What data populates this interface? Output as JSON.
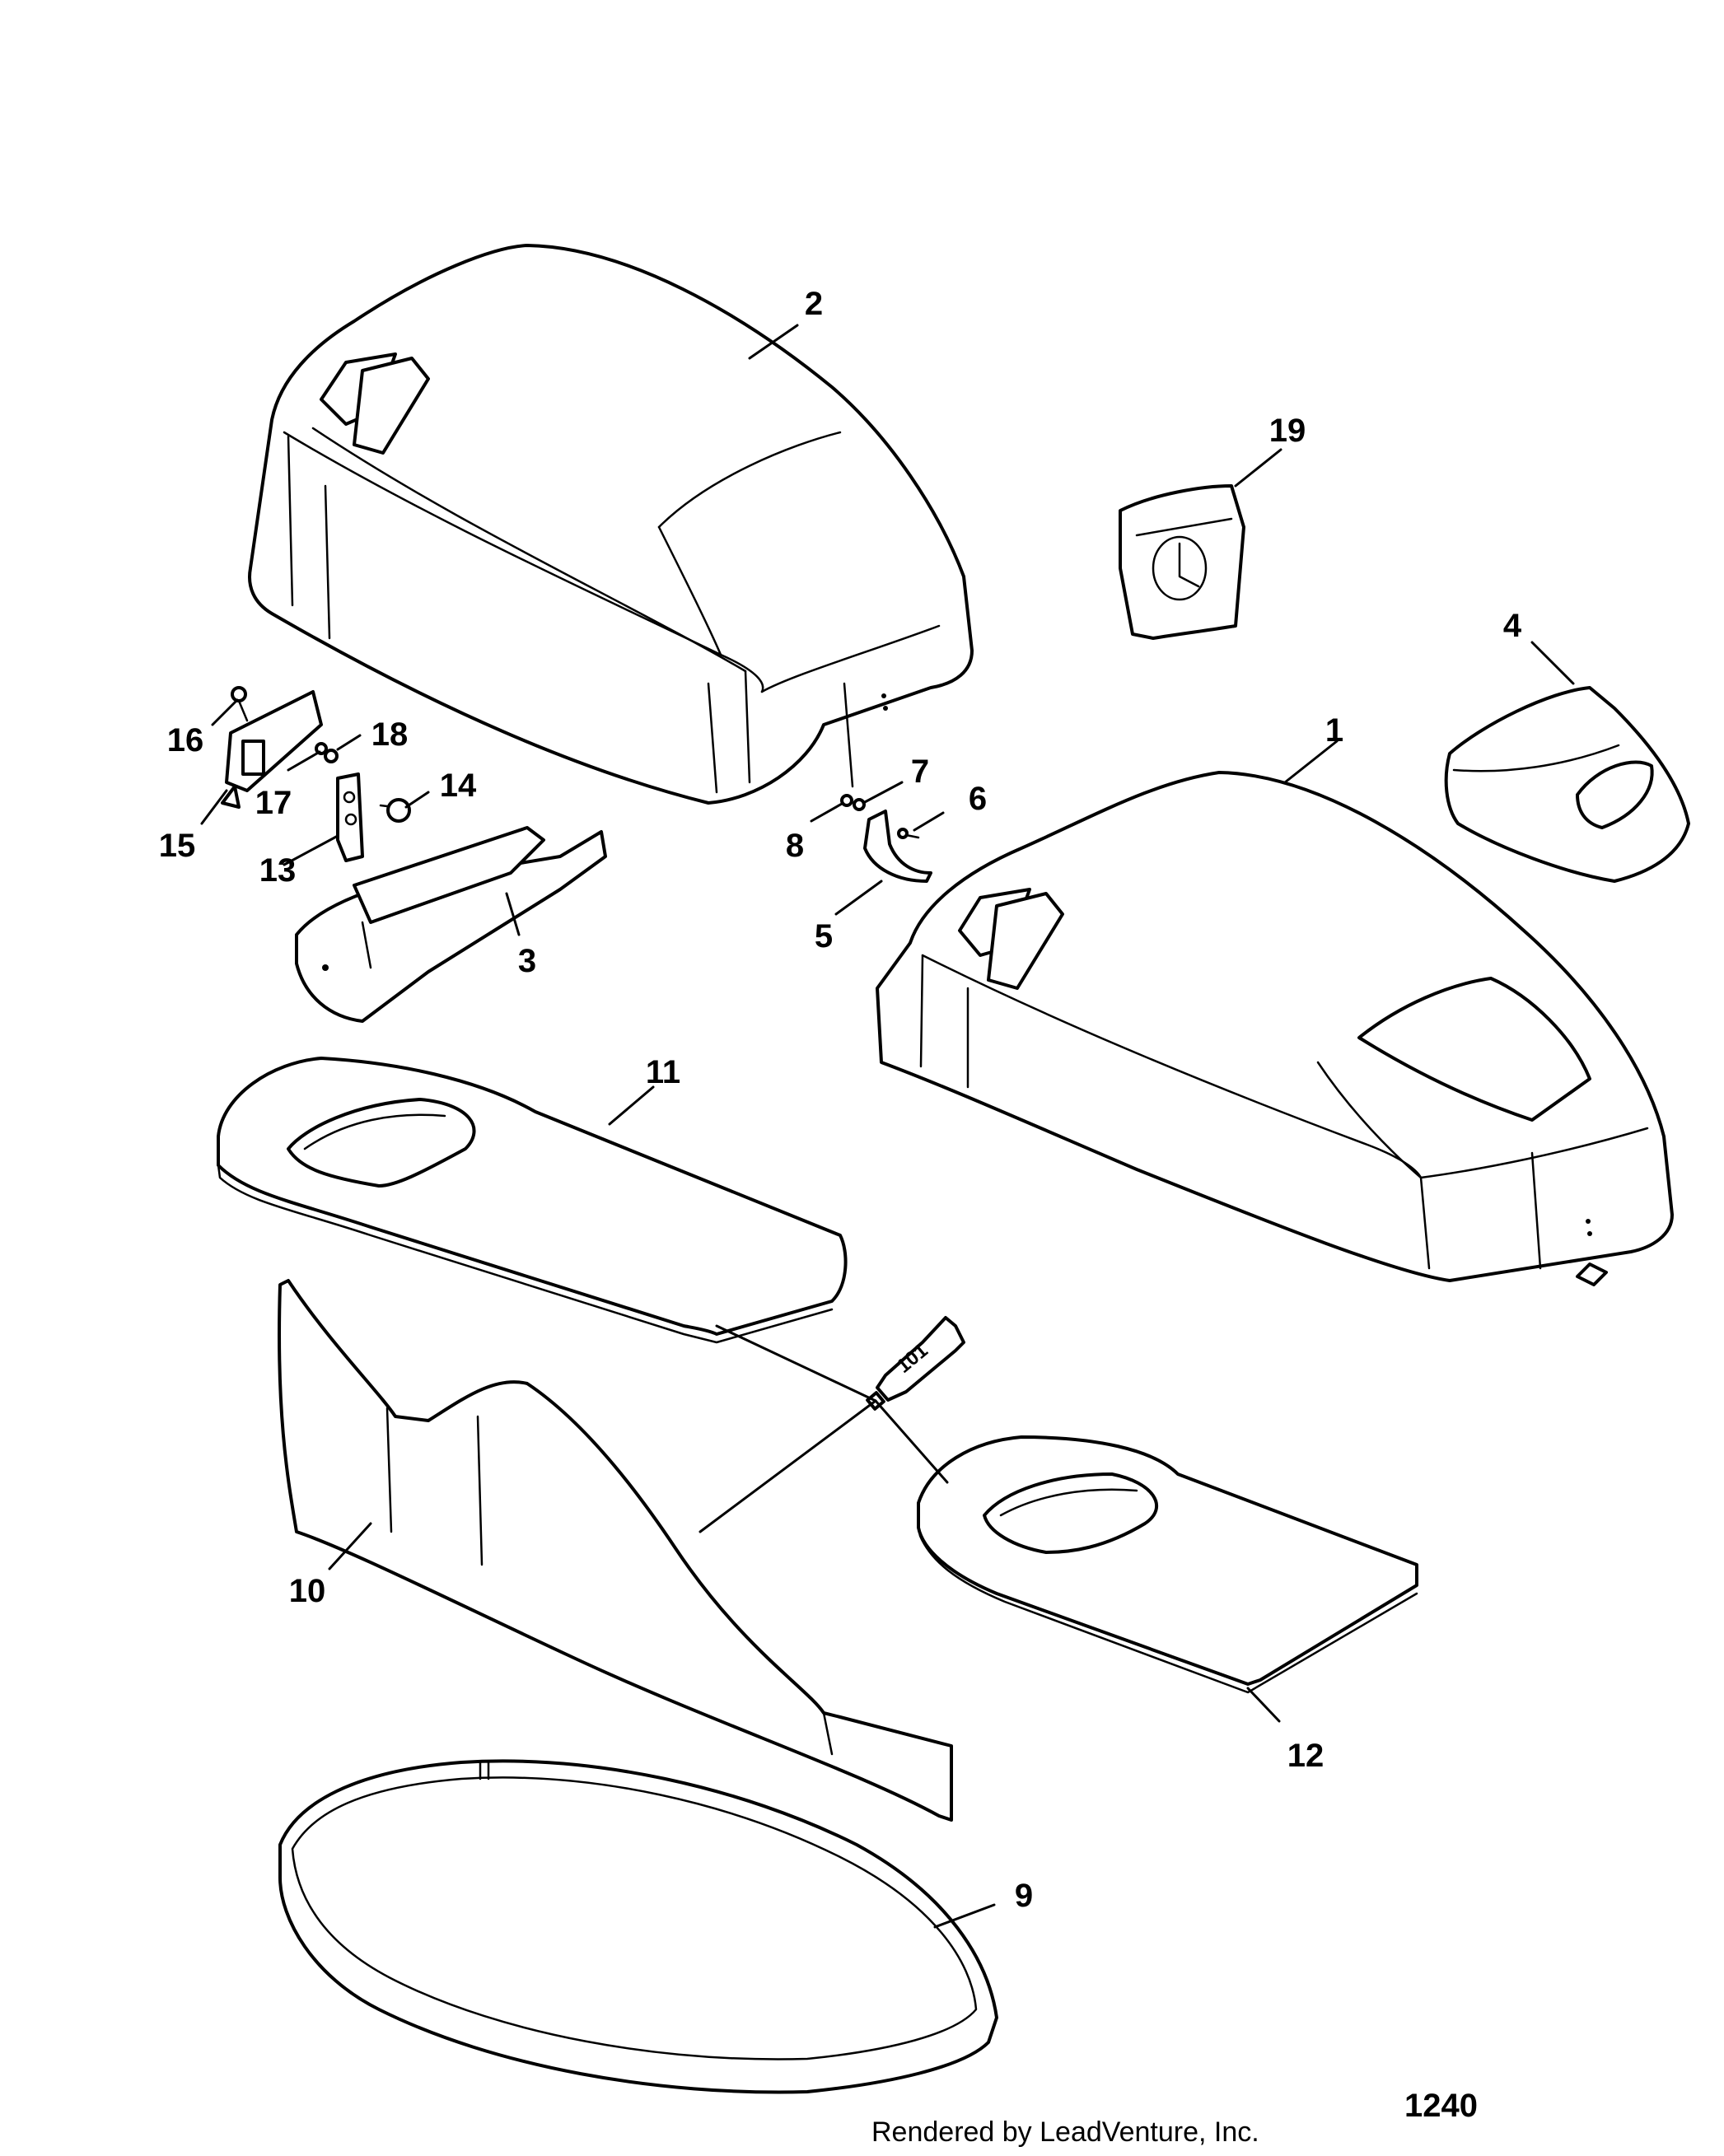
{
  "callouts": {
    "c1": "1",
    "c2": "2",
    "c3": "3",
    "c4": "4",
    "c5": "5",
    "c6": "6",
    "c7": "7",
    "c8": "8",
    "c9": "9",
    "c10": "10",
    "c11": "11",
    "c12": "12",
    "c13": "13",
    "c14": "14",
    "c15": "15",
    "c16": "16",
    "c17": "17",
    "c18": "18",
    "c19": "19"
  },
  "tube_label": "101",
  "footer": {
    "credit": "Rendered by LeadVenture, Inc.",
    "diagram_number": "1240"
  }
}
